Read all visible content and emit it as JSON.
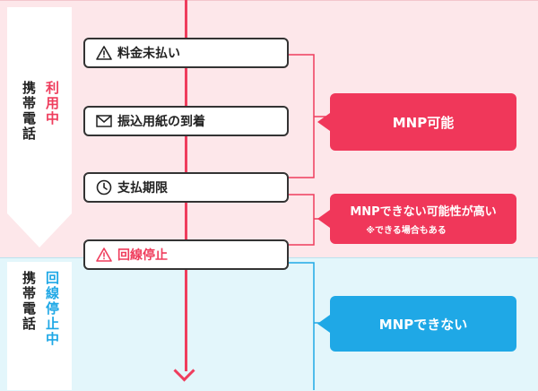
{
  "colors": {
    "red": "#ef3d5d",
    "blue": "#1fa8e6",
    "pink_band": "#fde7ea",
    "blue_band": "#e3f6fb"
  },
  "phases": {
    "in_use": {
      "line1": "携帯電話",
      "line2": "利用中"
    },
    "suspended": {
      "line1": "携帯電話",
      "line2": "回線停止中"
    }
  },
  "steps": [
    {
      "icon": "warning-icon",
      "label": "料金未払い"
    },
    {
      "icon": "envelope-icon",
      "label": "振込用紙の到着"
    },
    {
      "icon": "clock-icon",
      "label": "支払期限"
    },
    {
      "icon": "warning-red-icon",
      "label": "回線停止"
    }
  ],
  "callouts": {
    "mnp_possible": {
      "text": "MNP可能"
    },
    "mnp_maybe": {
      "text": "MNPできない可能性が高い",
      "note": "※できる場合もある"
    },
    "mnp_impossible": {
      "text": "MNPできない"
    }
  }
}
